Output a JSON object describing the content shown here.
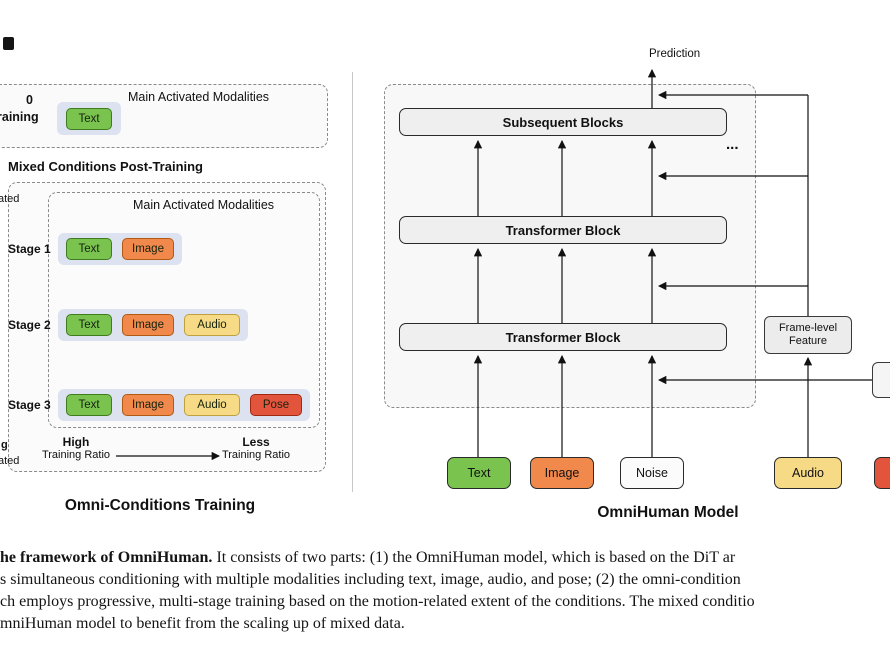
{
  "colors": {
    "badge_text_green": "#79c34e",
    "badge_image_orange": "#f0894b",
    "badge_audio_yellow": "#f7da85",
    "badge_pose_red": "#e2543c",
    "noise_box_white": "#fbfbfb",
    "row_highlight_lavender": "#dde2f1",
    "block_gray": "#efefef",
    "model_panel_bg": "#f8f8f8"
  },
  "edge_fragments": {
    "pretrain_label_digit": "0",
    "pretrain_label_word": "raining",
    "mid_left": "ated",
    "bottom_left_1": "g",
    "bottom_left_2": "ated"
  },
  "left_panel": {
    "pretrain_box": {
      "header": "Main Activated Modalities",
      "badge": "Text"
    },
    "post_heading": "Mixed Conditions Post-Training",
    "stages_box": {
      "header": "Main Activated Modalities",
      "rows": [
        {
          "label": "Stage 1",
          "badges": [
            {
              "name": "Text"
            },
            {
              "name": "Image"
            }
          ]
        },
        {
          "label": "Stage 2",
          "badges": [
            {
              "name": "Text"
            },
            {
              "name": "Image"
            },
            {
              "name": "Audio"
            }
          ]
        },
        {
          "label": "Stage 3",
          "badges": [
            {
              "name": "Text"
            },
            {
              "name": "Image"
            },
            {
              "name": "Audio"
            },
            {
              "name": "Pose"
            }
          ]
        }
      ]
    },
    "ratio": {
      "high_label": "High",
      "high_sub": "Training Ratio",
      "less_label": "Less",
      "less_sub": "Training Ratio"
    },
    "title": "Omni-Conditions Training"
  },
  "right_panel": {
    "prediction": "Prediction",
    "subsequent_block": "Subsequent Blocks",
    "ellipsis": "...",
    "transformer_block_upper": "Transformer Block",
    "transformer_block_lower": "Transformer Block",
    "frame_feature_line1": "Frame-level",
    "frame_feature_line2": "Feature",
    "inputs": [
      {
        "label": "Text"
      },
      {
        "label": "Image"
      },
      {
        "label": "Noise"
      },
      {
        "label": "Audio"
      }
    ],
    "title": "OmniHuman Model"
  },
  "caption": {
    "line1_bold": "he framework of OmniHuman.",
    "line1_rest": " It consists of two parts: (1) the OmniHuman model, which is based on the DiT ar",
    "line2": "s simultaneous conditioning with multiple modalities including text, image, audio, and pose; (2) the omni-condition",
    "line3": "ch employs progressive, multi-stage training based on the motion-related extent of the conditions. The mixed conditio",
    "line4": "mniHuman model to benefit from the scaling up of mixed data."
  }
}
